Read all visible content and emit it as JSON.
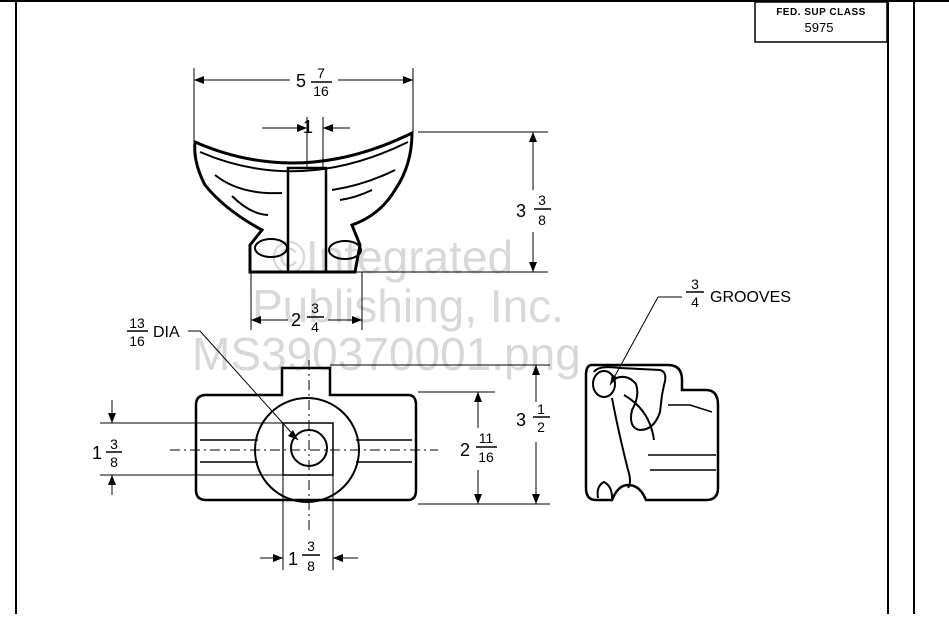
{
  "title_block": {
    "line1": "FED. SUP CLASS",
    "line2": "5975"
  },
  "dimensions": {
    "top_width": {
      "whole": "5",
      "num": "7",
      "den": "16"
    },
    "slot_width": {
      "whole": "1"
    },
    "height_top": {
      "whole": "3",
      "num": "3",
      "den": "8"
    },
    "base_width": {
      "whole": "2",
      "num": "3",
      "den": "4"
    },
    "hole_dia": {
      "num": "13",
      "den": "16",
      "suffix": "DIA"
    },
    "grooves": {
      "num": "3",
      "den": "4",
      "suffix": "GROOVES"
    },
    "height_side": {
      "whole": "3",
      "num": "1",
      "den": "2"
    },
    "body_height": {
      "whole": "2",
      "num": "11",
      "den": "16"
    },
    "left_offset": {
      "whole": "1",
      "num": "3",
      "den": "8"
    },
    "bottom_width": {
      "whole": "1",
      "num": "3",
      "den": "8"
    }
  },
  "watermark": {
    "line1": "©Integrated",
    "line2": "Publishing, Inc.",
    "line3": "MS390370001.png"
  }
}
